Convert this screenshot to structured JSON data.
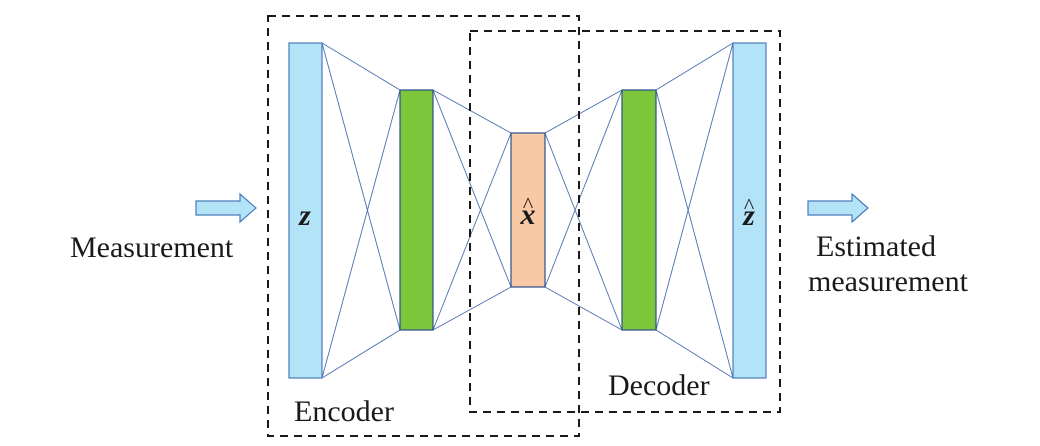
{
  "diagram": {
    "input_label": "Measurement",
    "output_label_line1": "Estimated",
    "output_label_line2": "measurement",
    "encoder_label": "Encoder",
    "decoder_label": "Decoder",
    "input_layer_symbol": "z",
    "latent_layer_symbol": "x",
    "output_layer_symbol": "z",
    "hat_mark": "^"
  },
  "colors": {
    "io_layer": "#b3e3f7",
    "io_border": "#4a7ab8",
    "hidden_layer": "#7cc63b",
    "hidden_border": "#2a4f8a",
    "latent_layer": "#f9c8a5",
    "latent_border": "#2a4f8a",
    "connection": "#4a6fb0",
    "arrow_fill": "#b3e3f7",
    "arrow_border": "#4a7ab8",
    "dashed_box": "#1a1a1a"
  }
}
